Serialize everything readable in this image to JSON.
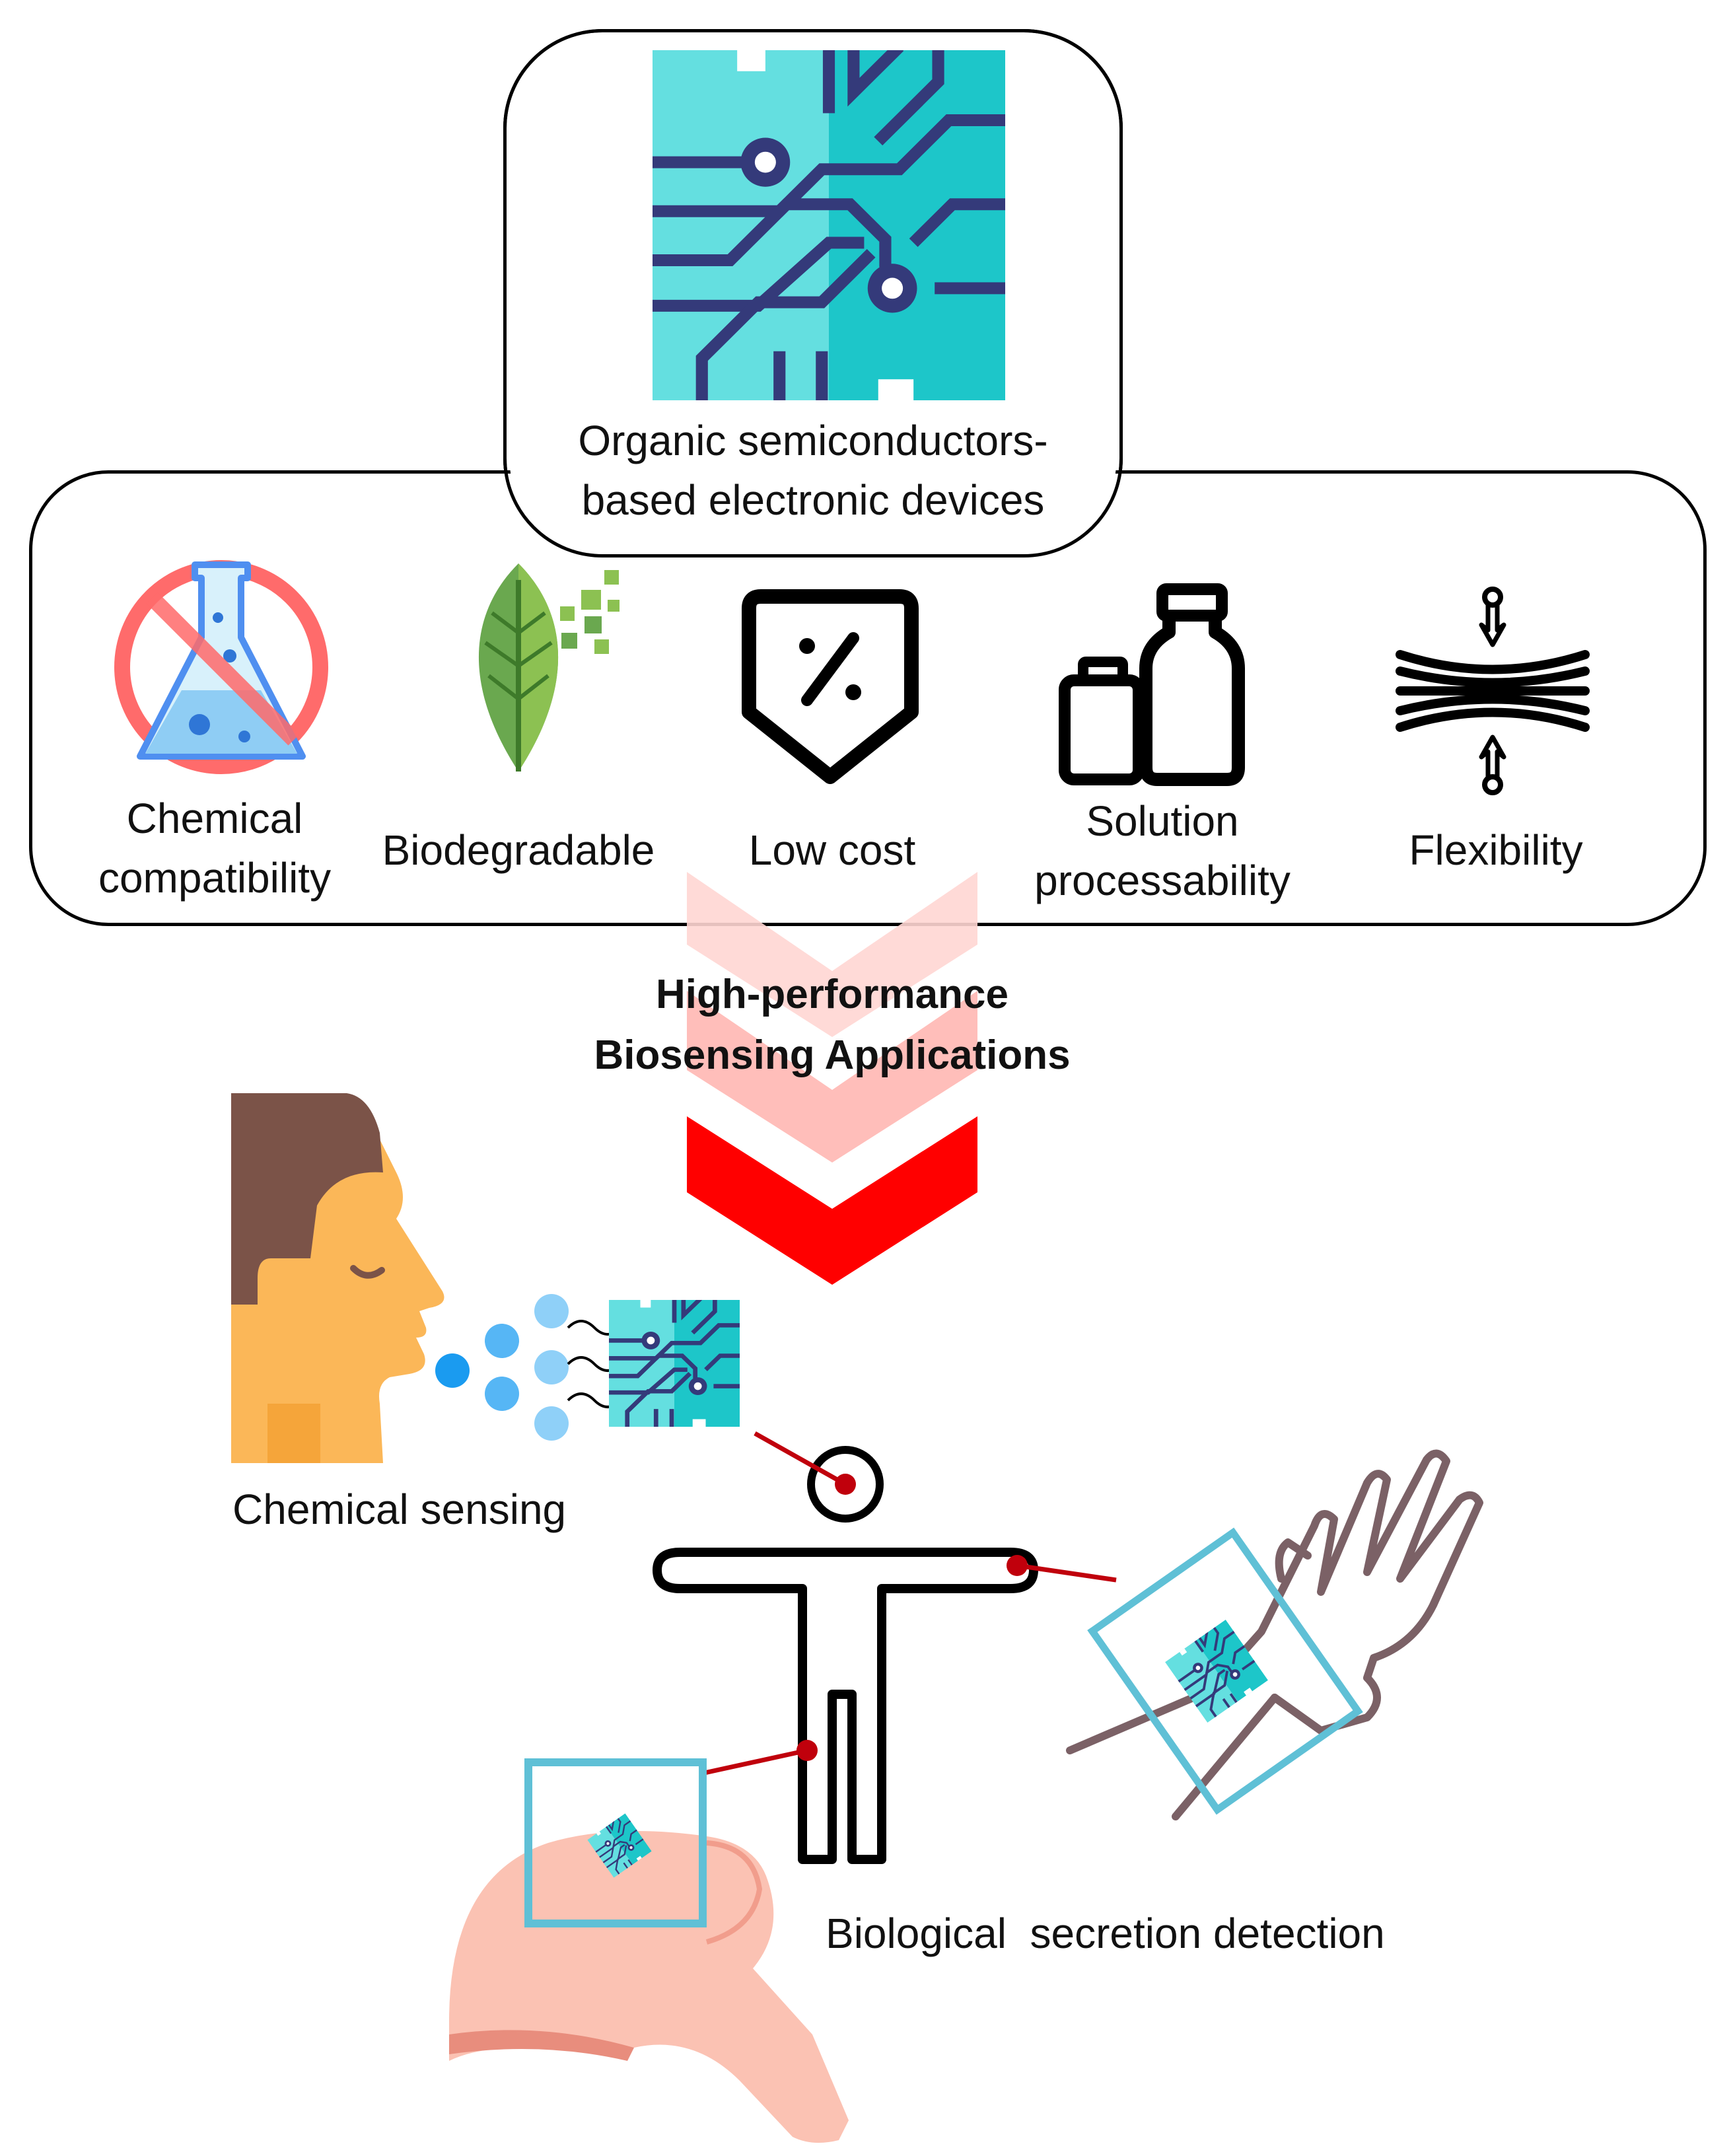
{
  "top_box": {
    "line1": "Organic semiconductors-",
    "line2": "based electronic devices"
  },
  "properties": [
    {
      "icon": "no-chemistry-flask-icon",
      "line1": "Chemical",
      "line2": "compatibility"
    },
    {
      "icon": "leaf-icon",
      "line1": "Biodegradable",
      "line2": ""
    },
    {
      "icon": "price-tag-percent-icon",
      "line1": "Low cost",
      "line2": ""
    },
    {
      "icon": "bottles-icon",
      "line1": "Solution",
      "line2": "processability"
    },
    {
      "icon": "flexibility-icon",
      "line1": "Flexibility",
      "line2": ""
    }
  ],
  "arrow_label": {
    "line1": "High-performance",
    "line2": "Biosensing Applications"
  },
  "applications": {
    "chemical_sensing": "Chemical sensing",
    "biological_secretion": "Biological  secretion detection"
  },
  "colors": {
    "circuit_light": "#64dfe0",
    "circuit_dark": "#1dc6c9",
    "trace": "#343a7a",
    "arrow_red": "#ff0000",
    "arrow_faded": "#ffb0ad",
    "skin": "#fbb758",
    "hair": "#7b5348",
    "frame_blue": "#5fc0d6",
    "marker_red": "#c0000c"
  }
}
